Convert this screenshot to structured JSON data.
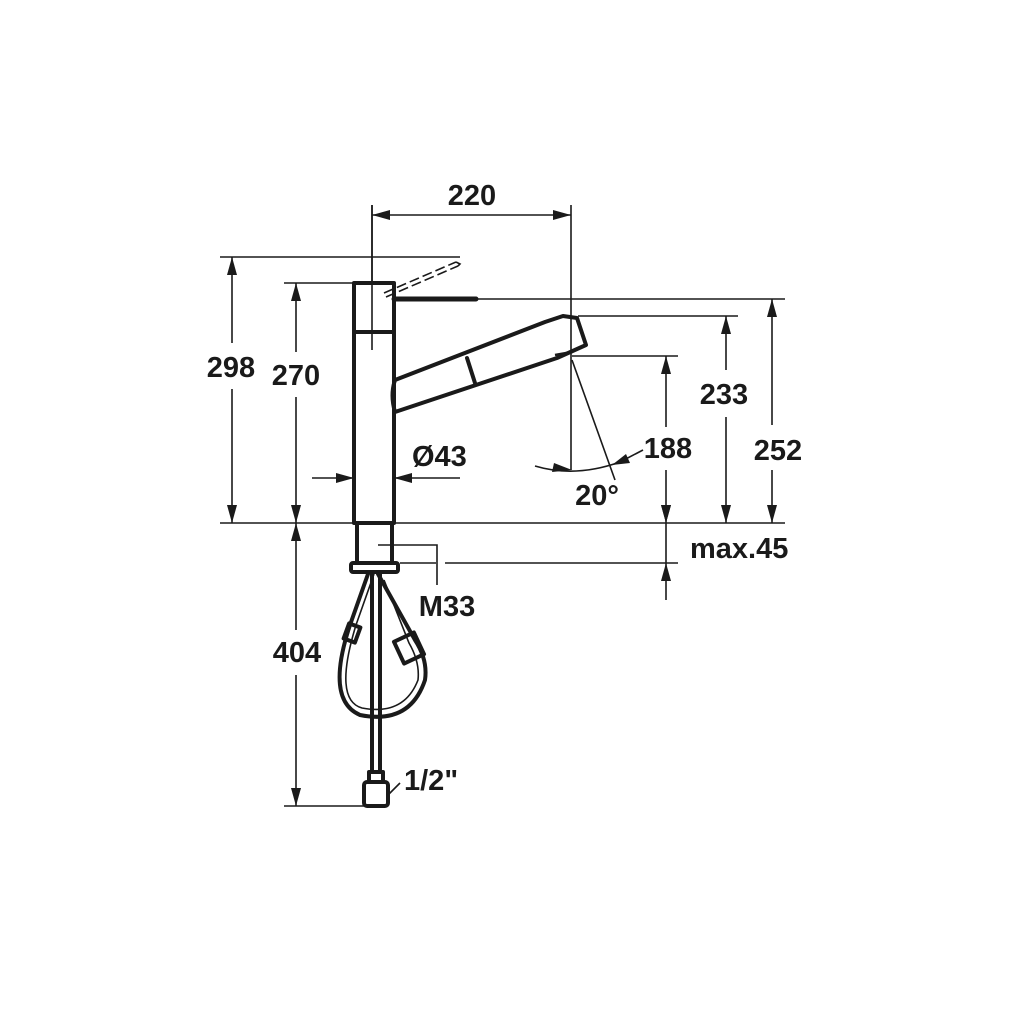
{
  "drawing": {
    "subject": "Kitchen faucet with pull-out spray — dimension drawing",
    "line_color": "#1a1a1a",
    "background": "#ffffff"
  },
  "dimensions": {
    "spout_reach": "220",
    "total_height_lever_up": "298",
    "body_height": "270",
    "body_diameter": "Ø43",
    "spout_height": "233",
    "lever_height": "252",
    "outlet_height": "188",
    "swivel_angle": "20°",
    "max_deck_thickness": "max.45",
    "mounting_thread": "M33",
    "hose_length": "404",
    "connection_size": "1/2\""
  }
}
